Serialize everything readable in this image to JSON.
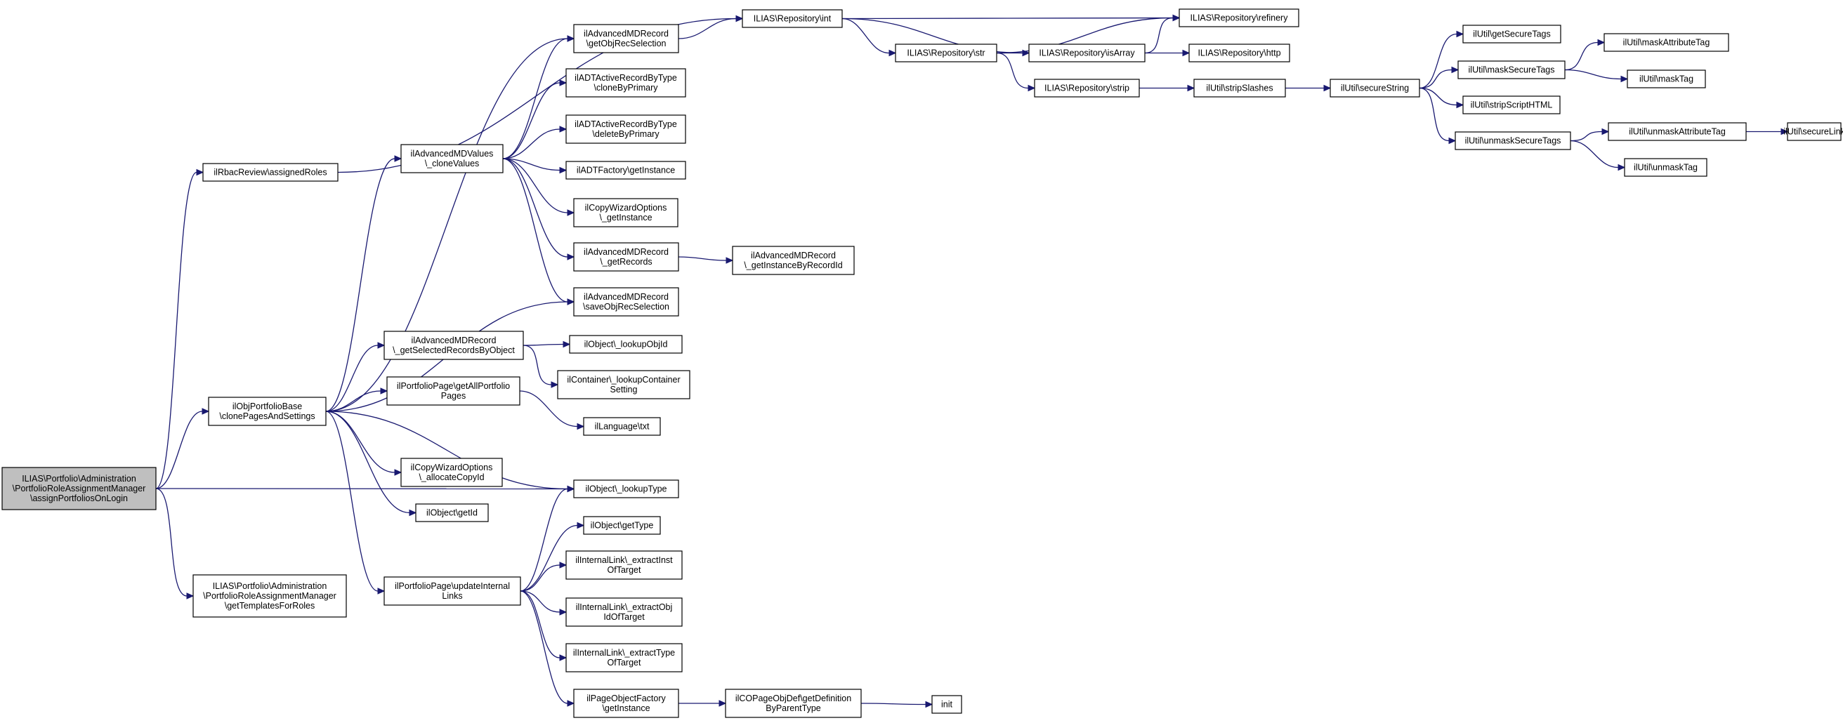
{
  "diagram": {
    "colors": {
      "edge": "#191970",
      "node_fill": "#ffffff",
      "root_fill": "#bfbfbf",
      "border": "#000000"
    },
    "nodes": [
      {
        "id": "root",
        "root": true,
        "lines": [
          "ILIAS\\Portfolio\\Administration",
          "\\PortfolioRoleAssignmentManager",
          "\\assignPortfoliosOnLogin"
        ]
      },
      {
        "id": "assignedRoles",
        "lines": [
          "ilRbacReview\\assignedRoles"
        ]
      },
      {
        "id": "clonePages",
        "lines": [
          "ilObjPortfolioBase",
          "\\clonePagesAndSettings"
        ]
      },
      {
        "id": "getTemplates",
        "lines": [
          "ILIAS\\Portfolio\\Administration",
          "\\PortfolioRoleAssignmentManager",
          "\\getTemplatesForRoles"
        ]
      },
      {
        "id": "lookupType",
        "lines": [
          "ilObject\\_lookupType"
        ]
      },
      {
        "id": "cloneValues",
        "lines": [
          "ilAdvancedMDValues",
          "\\_cloneValues"
        ]
      },
      {
        "id": "getSelectedRecs",
        "lines": [
          "ilAdvancedMDRecord",
          "\\_getSelectedRecordsByObject"
        ]
      },
      {
        "id": "getAllPortfolio",
        "lines": [
          "ilPortfolioPage\\getAllPortfolio",
          "Pages"
        ]
      },
      {
        "id": "allocateCopyId",
        "lines": [
          "ilCopyWizardOptions",
          "\\_allocateCopyId"
        ]
      },
      {
        "id": "getId",
        "lines": [
          "ilObject\\getId"
        ]
      },
      {
        "id": "updateInternal",
        "lines": [
          "ilPortfolioPage\\updateInternal",
          "Links"
        ]
      },
      {
        "id": "saveObjRec",
        "lines": [
          "ilAdvancedMDRecord",
          "\\saveObjRecSelection"
        ]
      },
      {
        "id": "getObjRec",
        "lines": [
          "ilAdvancedMDRecord",
          "\\getObjRecSelection"
        ]
      },
      {
        "id": "adtClone",
        "lines": [
          "ilADTActiveRecordByType",
          "\\cloneByPrimary"
        ]
      },
      {
        "id": "adtDelete",
        "lines": [
          "ilADTActiveRecordByType",
          "\\deleteByPrimary"
        ]
      },
      {
        "id": "adtFactory",
        "lines": [
          "ilADTFactory\\getInstance"
        ]
      },
      {
        "id": "copyWizGet",
        "lines": [
          "ilCopyWizardOptions",
          "\\_getInstance"
        ]
      },
      {
        "id": "getRecords",
        "lines": [
          "ilAdvancedMDRecord",
          "\\_getRecords"
        ]
      },
      {
        "id": "getInstByRec",
        "lines": [
          "ilAdvancedMDRecord",
          "\\_getInstanceByRecordId"
        ]
      },
      {
        "id": "lookupObjId",
        "lines": [
          "ilObject\\_lookupObjId"
        ]
      },
      {
        "id": "lookupContainer",
        "lines": [
          "ilContainer\\_lookupContainer",
          "Setting"
        ]
      },
      {
        "id": "langTxt",
        "lines": [
          "ilLanguage\\txt"
        ]
      },
      {
        "id": "objGetType",
        "lines": [
          "ilObject\\getType"
        ]
      },
      {
        "id": "extractInst",
        "lines": [
          "ilInternalLink\\_extractInst",
          "OfTarget"
        ]
      },
      {
        "id": "extractObj",
        "lines": [
          "ilInternalLink\\_extractObj",
          "IdOfTarget"
        ]
      },
      {
        "id": "extractType",
        "lines": [
          "ilInternalLink\\_extractType",
          "OfTarget"
        ]
      },
      {
        "id": "pageObjFactory",
        "lines": [
          "ilPageObjectFactory",
          "\\getInstance"
        ]
      },
      {
        "id": "copageDef",
        "lines": [
          "ilCOPageObjDef\\getDefinition",
          "ByParentType"
        ]
      },
      {
        "id": "init",
        "lines": [
          "init"
        ]
      },
      {
        "id": "repoInt",
        "lines": [
          "ILIAS\\Repository\\int"
        ]
      },
      {
        "id": "repoStr",
        "lines": [
          "ILIAS\\Repository\\str"
        ]
      },
      {
        "id": "repoIsArray",
        "lines": [
          "ILIAS\\Repository\\isArray"
        ]
      },
      {
        "id": "repoRefinery",
        "lines": [
          "ILIAS\\Repository\\refinery"
        ]
      },
      {
        "id": "repoHttp",
        "lines": [
          "ILIAS\\Repository\\http"
        ]
      },
      {
        "id": "repoStrip",
        "lines": [
          "ILIAS\\Repository\\strip"
        ]
      },
      {
        "id": "stripSlashes",
        "lines": [
          "ilUtil\\stripSlashes"
        ]
      },
      {
        "id": "secureString",
        "lines": [
          "ilUtil\\secureString"
        ]
      },
      {
        "id": "getSecureTags",
        "lines": [
          "ilUtil\\getSecureTags"
        ]
      },
      {
        "id": "maskSecureTags",
        "lines": [
          "ilUtil\\maskSecureTags"
        ]
      },
      {
        "id": "stripScriptHTML",
        "lines": [
          "ilUtil\\stripScriptHTML"
        ]
      },
      {
        "id": "unmaskSecureTags",
        "lines": [
          "ilUtil\\unmaskSecureTags"
        ]
      },
      {
        "id": "maskAttributeTag",
        "lines": [
          "ilUtil\\maskAttributeTag"
        ]
      },
      {
        "id": "maskTag",
        "lines": [
          "ilUtil\\maskTag"
        ]
      },
      {
        "id": "unmaskAttributeTag",
        "lines": [
          "ilUtil\\unmaskAttributeTag"
        ]
      },
      {
        "id": "unmaskTag",
        "lines": [
          "ilUtil\\unmaskTag"
        ]
      },
      {
        "id": "secureLink",
        "lines": [
          "ilUtil\\secureLink"
        ]
      }
    ],
    "edges": [
      [
        "root",
        "assignedRoles"
      ],
      [
        "root",
        "clonePages"
      ],
      [
        "root",
        "getTemplates"
      ],
      [
        "root",
        "lookupType"
      ],
      [
        "assignedRoles",
        "repoInt"
      ],
      [
        "clonePages",
        "cloneValues"
      ],
      [
        "clonePages",
        "getSelectedRecs"
      ],
      [
        "clonePages",
        "getAllPortfolio"
      ],
      [
        "clonePages",
        "allocateCopyId"
      ],
      [
        "clonePages",
        "getId"
      ],
      [
        "clonePages",
        "updateInternal"
      ],
      [
        "clonePages",
        "lookupType"
      ],
      [
        "clonePages",
        "saveObjRec"
      ],
      [
        "clonePages",
        "getObjRec"
      ],
      [
        "cloneValues",
        "getObjRec"
      ],
      [
        "cloneValues",
        "adtClone"
      ],
      [
        "cloneValues",
        "adtDelete"
      ],
      [
        "cloneValues",
        "adtFactory"
      ],
      [
        "cloneValues",
        "copyWizGet"
      ],
      [
        "cloneValues",
        "getRecords"
      ],
      [
        "cloneValues",
        "saveObjRec"
      ],
      [
        "getRecords",
        "getInstByRec"
      ],
      [
        "getSelectedRecs",
        "lookupObjId"
      ],
      [
        "getSelectedRecs",
        "lookupContainer"
      ],
      [
        "getAllPortfolio",
        "langTxt"
      ],
      [
        "updateInternal",
        "lookupType"
      ],
      [
        "updateInternal",
        "objGetType"
      ],
      [
        "updateInternal",
        "extractInst"
      ],
      [
        "updateInternal",
        "extractObj"
      ],
      [
        "updateInternal",
        "extractType"
      ],
      [
        "updateInternal",
        "pageObjFactory"
      ],
      [
        "pageObjFactory",
        "copageDef"
      ],
      [
        "copageDef",
        "init"
      ],
      [
        "getObjRec",
        "repoInt"
      ],
      [
        "repoInt",
        "repoStr"
      ],
      [
        "repoInt",
        "repoIsArray"
      ],
      [
        "repoInt",
        "repoRefinery"
      ],
      [
        "repoStr",
        "repoIsArray"
      ],
      [
        "repoStr",
        "repoRefinery"
      ],
      [
        "repoStr",
        "repoStrip"
      ],
      [
        "repoIsArray",
        "repoRefinery"
      ],
      [
        "repoIsArray",
        "repoHttp"
      ],
      [
        "repoStrip",
        "stripSlashes"
      ],
      [
        "stripSlashes",
        "secureString"
      ],
      [
        "secureString",
        "getSecureTags"
      ],
      [
        "secureString",
        "maskSecureTags"
      ],
      [
        "secureString",
        "stripScriptHTML"
      ],
      [
        "secureString",
        "unmaskSecureTags"
      ],
      [
        "maskSecureTags",
        "maskAttributeTag"
      ],
      [
        "maskSecureTags",
        "maskTag"
      ],
      [
        "unmaskSecureTags",
        "unmaskAttributeTag"
      ],
      [
        "unmaskSecureTags",
        "unmaskTag"
      ],
      [
        "unmaskAttributeTag",
        "secureLink"
      ]
    ]
  }
}
